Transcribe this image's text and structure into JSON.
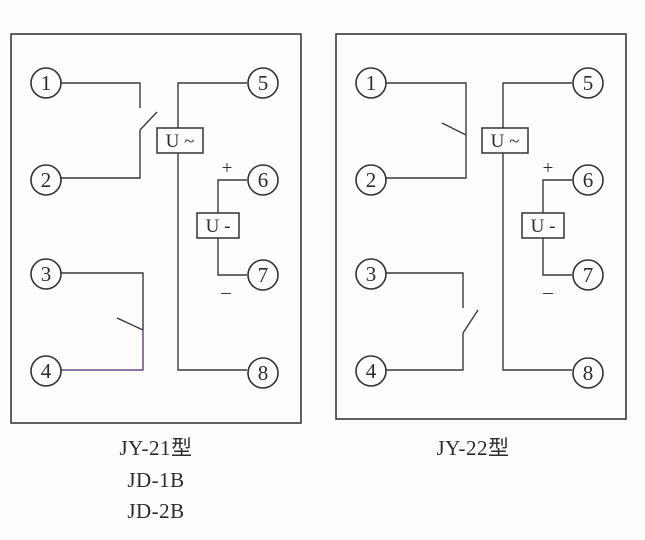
{
  "diagrams": [
    {
      "terminals": [
        "1",
        "2",
        "3",
        "4",
        "5",
        "6",
        "7",
        "8"
      ],
      "ac_label": "U ~",
      "dc_label": "U -",
      "plus": "+",
      "minus": "–",
      "caption_lines": [
        "JY-21型",
        "JD-1B",
        "JD-2B"
      ]
    },
    {
      "terminals": [
        "1",
        "2",
        "3",
        "4",
        "5",
        "6",
        "7",
        "8"
      ],
      "ac_label": "U ~",
      "dc_label": "U -",
      "plus": "+",
      "minus": "–",
      "caption_lines": [
        "JY-22型"
      ]
    }
  ]
}
